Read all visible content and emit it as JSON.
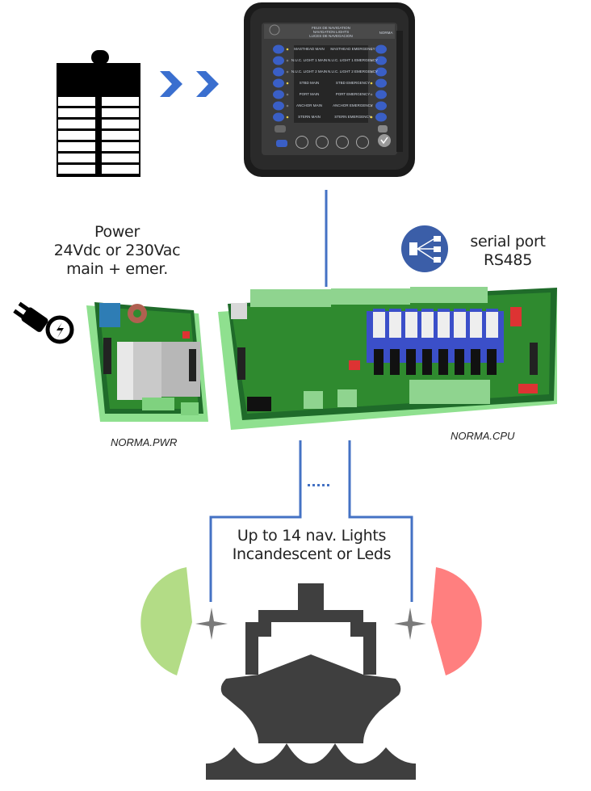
{
  "diagram": {
    "title": "NORMA navigation lights control system",
    "colors": {
      "connector_line": "#4472c4",
      "arrow_chevron": "#3a6fcf",
      "serial_icon_bg": "#3b5ea8",
      "pcb_green": "#2f8a2f",
      "terminal_green": "#8fe08f",
      "starboard_light": "#b3dc86",
      "port_light": "#ff7f7f",
      "ship": "#3f3f3f",
      "star": "#7a7a7a"
    },
    "panel_switch": {
      "icon": "switch-panel-icon",
      "arrows_icon": "double-chevron-right-icon"
    },
    "display": {
      "header_lines": [
        "FEUX DE NAVIGATION",
        "NAVIGATION LIGHTS",
        "LUCES DE NAVEGACION"
      ],
      "brand": "NORMA",
      "left_labels": [
        "MASTHEAD MAIN",
        "N.U.C. LIGHT 1 MAIN",
        "N.U.C. LIGHT 2 MAIN",
        "STBD MAIN",
        "PORT MAIN",
        "ANCHOR MAIN",
        "STERN MAIN"
      ],
      "right_labels": [
        "MASTHEAD EMERGENCY",
        "N.U.C. LIGHT 1 EMERGENCY",
        "N.U.C. LIGHT 2 EMERGENCY",
        "STBD EMERGENCY",
        "PORT EMERGENCY",
        "ANCHOR EMERGENCY",
        "STERN EMERGENCY"
      ]
    },
    "power": {
      "lines": [
        "Power",
        "24Vdc or 230Vac",
        "main + emer."
      ],
      "icon": "power-plug-icon",
      "module_caption": "NORMA.PWR"
    },
    "serial": {
      "icon": "network-split-icon",
      "lines": [
        "serial port",
        "RS485"
      ]
    },
    "cpu": {
      "module_caption": "NORMA.CPU",
      "relay_count": 8
    },
    "outputs": {
      "ellipsis": ".....",
      "lines": [
        "Up to 14 nav. Lights",
        "Incandescent or Leds"
      ]
    },
    "ship": {
      "icon": "ship-icon",
      "starboard_light_icon": "green-light-sector-icon",
      "port_light_icon": "red-light-sector-icon",
      "lamp_icon": "star-lamp-icon"
    }
  }
}
